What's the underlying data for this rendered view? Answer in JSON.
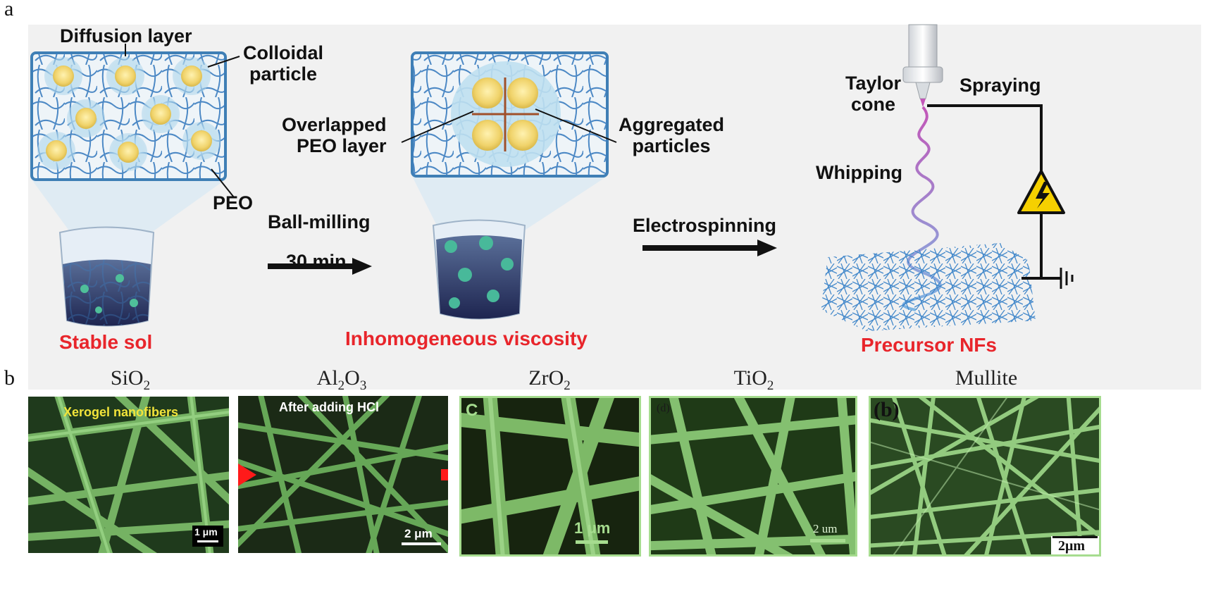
{
  "panel_a": {
    "letter": "a",
    "labels": {
      "diffusion_layer": "Diffusion layer",
      "colloidal_particle": "Colloidal\nparticle",
      "peo": "PEO",
      "overlapped_peo_layer": "Overlapped\nPEO layer",
      "aggregated_particles": "Aggregated\nparticles",
      "taylor_cone": "Taylor\ncone",
      "spraying": "Spraying",
      "whipping": "Whipping",
      "ball_milling": "Ball-milling",
      "duration": "30 min",
      "electrospinning": "Electrospinning"
    },
    "captions": {
      "stable_sol": "Stable sol",
      "inhomogeneous_viscosity": "Inhomogeneous viscosity",
      "precursor_nfs": "Precursor NFs"
    },
    "colors": {
      "caption_red": "#e8252b",
      "frame_blue": "#3f7fb5",
      "fiber_blue": "#3b7dbf",
      "particle_yellow": "#f0d36b",
      "whip_magenta": "#b85db8",
      "warning_yellow": "#f5d000"
    }
  },
  "panel_b": {
    "letter": "b",
    "panels": [
      {
        "title_base": "SiO",
        "title_sub1": "2",
        "title_mid": "",
        "title_sub2": "",
        "inset": "Xerogel nanofibers",
        "scale": "1 μm",
        "corner": ""
      },
      {
        "title_base": "Al",
        "title_sub1": "2",
        "title_mid": "O",
        "title_sub2": "3",
        "inset": "After adding HCl",
        "scale": "2 μm",
        "corner": ""
      },
      {
        "title_base": "ZrO",
        "title_sub1": "2",
        "title_mid": "",
        "title_sub2": "",
        "inset": "",
        "scale": "1 μm",
        "corner": "C"
      },
      {
        "title_base": "TiO",
        "title_sub1": "2",
        "title_mid": "",
        "title_sub2": "",
        "inset": "",
        "scale": "2 um",
        "corner": "(d)"
      },
      {
        "title_base": "Mullite",
        "title_sub1": "",
        "title_mid": "",
        "title_sub2": "",
        "inset": "",
        "scale": "2μm",
        "corner": "(b)"
      }
    ],
    "colors": {
      "fiber_green": "#8fcf7a",
      "bg_dark": "#1c2a18",
      "inset_yellow": "#f2e43a",
      "marker_red": "#ff1a1a"
    }
  }
}
